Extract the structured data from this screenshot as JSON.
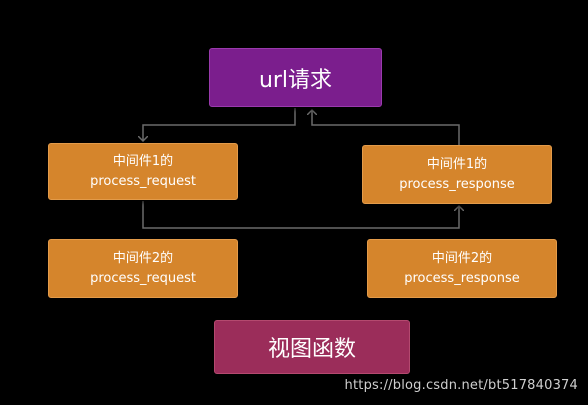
{
  "nodes": {
    "url_request": "url请求",
    "m1_request_line1": "中间件1的",
    "m1_request_line2": "process_request",
    "m1_response_line1": "中间件1的",
    "m1_response_line2": "process_response",
    "m2_request_line1": "中间件2的",
    "m2_request_line2": "process_request",
    "m2_response_line1": "中间件2的",
    "m2_response_line2": "process_response",
    "view_function": "视图函数"
  },
  "colors": {
    "background": "#000000",
    "middleware": "#d5852c",
    "url_node": "#7b1e8d",
    "view_node": "#9b2d5a",
    "connector": "#6b6b6b"
  },
  "watermark": "https://blog.csdn.net/bt517840374"
}
